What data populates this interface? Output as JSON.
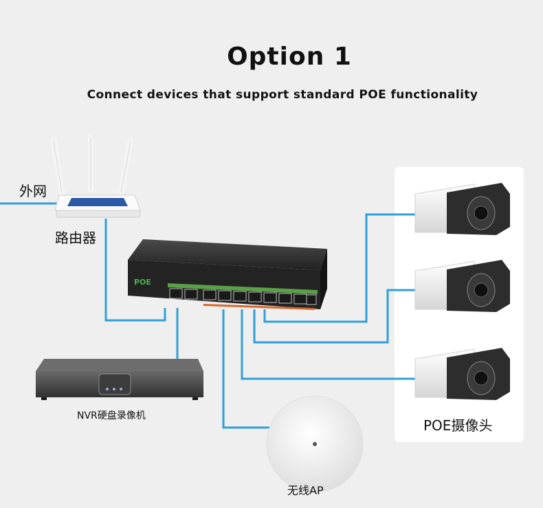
{
  "header": {
    "title": "Option 1",
    "subtitle": "Connect devices that support standard POE functionality"
  },
  "labels": {
    "wan": "外网",
    "router": "路由器",
    "nvr": "NVR硬盘录像机",
    "ap": "无线AP",
    "poe_camera": "POE摄像头",
    "switch_brand": "POE"
  },
  "colors": {
    "background": "#efefef",
    "cable": "#2f9fd8",
    "switch_body": "#2a2a2a",
    "port_strip": "#5aa046",
    "switch_brand": "#4caf50",
    "router_accent": "#2b59a8",
    "panel": "#ffffff"
  },
  "icons": {
    "router": "wifi-router-icon",
    "switch": "poe-switch-icon",
    "nvr": "nvr-recorder-icon",
    "ap": "ceiling-access-point-icon",
    "camera": "bullet-camera-icon"
  }
}
